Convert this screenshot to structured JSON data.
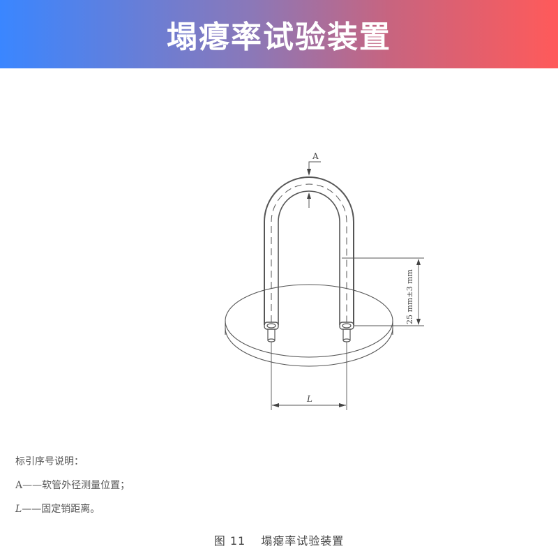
{
  "header": {
    "title": "塌瘪率试验装置",
    "gradient_start": "#3a86ff",
    "gradient_end": "#ff5a5a"
  },
  "figure": {
    "marker_a_label": "A",
    "dimension_vertical": "25 mm±3 mm",
    "dimension_horizontal": "L"
  },
  "legend": {
    "heading": "标引序号说明：",
    "items": [
      {
        "key": "A",
        "dash": "——",
        "text": "软管外径测量位置；"
      },
      {
        "key": "L",
        "dash": "——",
        "text": "固定销距离。"
      }
    ]
  },
  "caption": {
    "figure_number": "图 11",
    "title": "塌瘪率试验装置"
  }
}
